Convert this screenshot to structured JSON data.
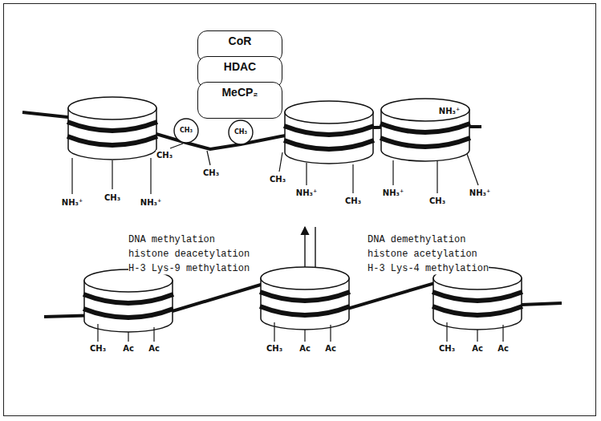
{
  "diagram": {
    "nodes": [
      {
        "text": [
          "CoR"
        ]
      },
      {
        "text": [
          "HDAC"
        ]
      },
      {
        "text": [
          "MeCP₂"
        ]
      }
    ],
    "labels": [
      "CH₃",
      "CH₃",
      "NH₃⁺",
      "NH₃⁺",
      "CH₃",
      "NH₃⁺",
      "CH₃",
      "CH₃",
      "CH₃",
      "NH₃⁺",
      "CH₃",
      "NH₃⁺",
      "CH₃",
      "NH₃⁺",
      "DNA methylation",
      "histone deacetylation",
      "H-3 Lys-9 methylation",
      "DNA demethylation",
      "histone acetylation",
      "H-3 Lys-4 methylation",
      "CH₃",
      "Ac",
      "Ac",
      "CH₃",
      "Ac",
      "Ac",
      "CH₃",
      "Ac",
      "Ac"
    ]
  }
}
